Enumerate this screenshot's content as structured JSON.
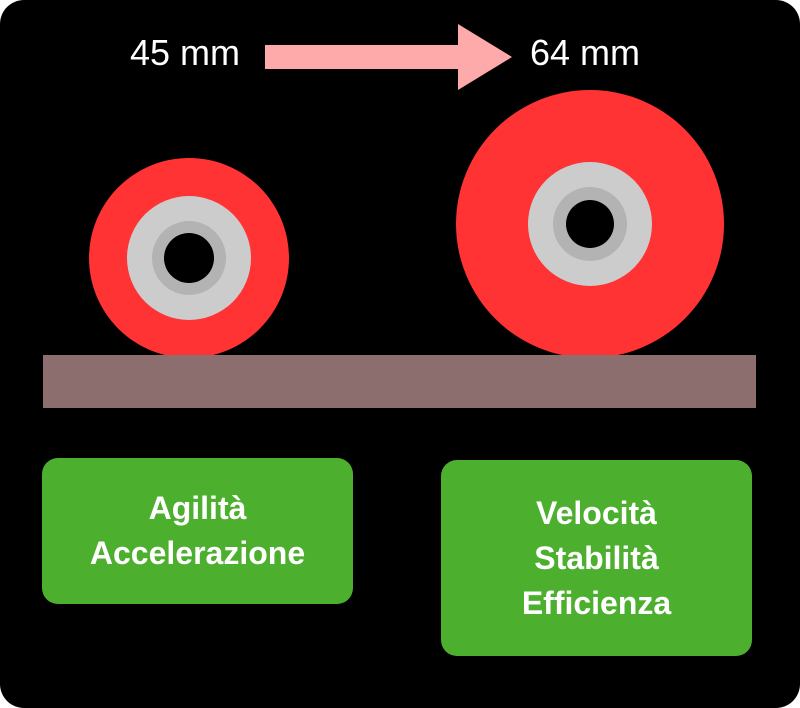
{
  "sizes": {
    "small": "45 mm",
    "large": "64 mm"
  },
  "colors": {
    "background": "#000000",
    "wheel": "#ff3333",
    "core": "#cccccc",
    "hub": "#b3b3b3",
    "hole": "#000000",
    "ground": "#8c6e6e",
    "arrow": "#ffaaaa",
    "box": "#4caf2e",
    "text": "#ffffff"
  },
  "boxes": {
    "left": [
      "Agilità",
      "Accelerazione"
    ],
    "right": [
      "Velocità",
      "Stabilità",
      "Efficienza"
    ]
  }
}
